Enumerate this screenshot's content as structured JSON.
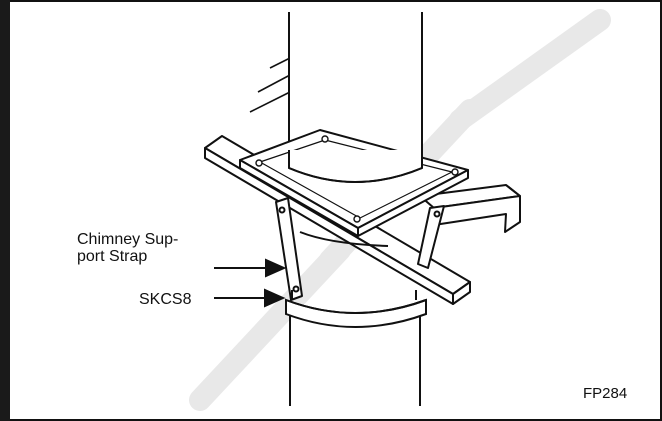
{
  "labels": {
    "strap_line1": "Chimney Sup-",
    "strap_line2": "port Strap",
    "skcs": "SKCS8",
    "figure_code": "FP284"
  },
  "colors": {
    "ink": "#111111",
    "frame_left_bar": "#1a1a1a",
    "watermark": "#e6e6e6"
  }
}
